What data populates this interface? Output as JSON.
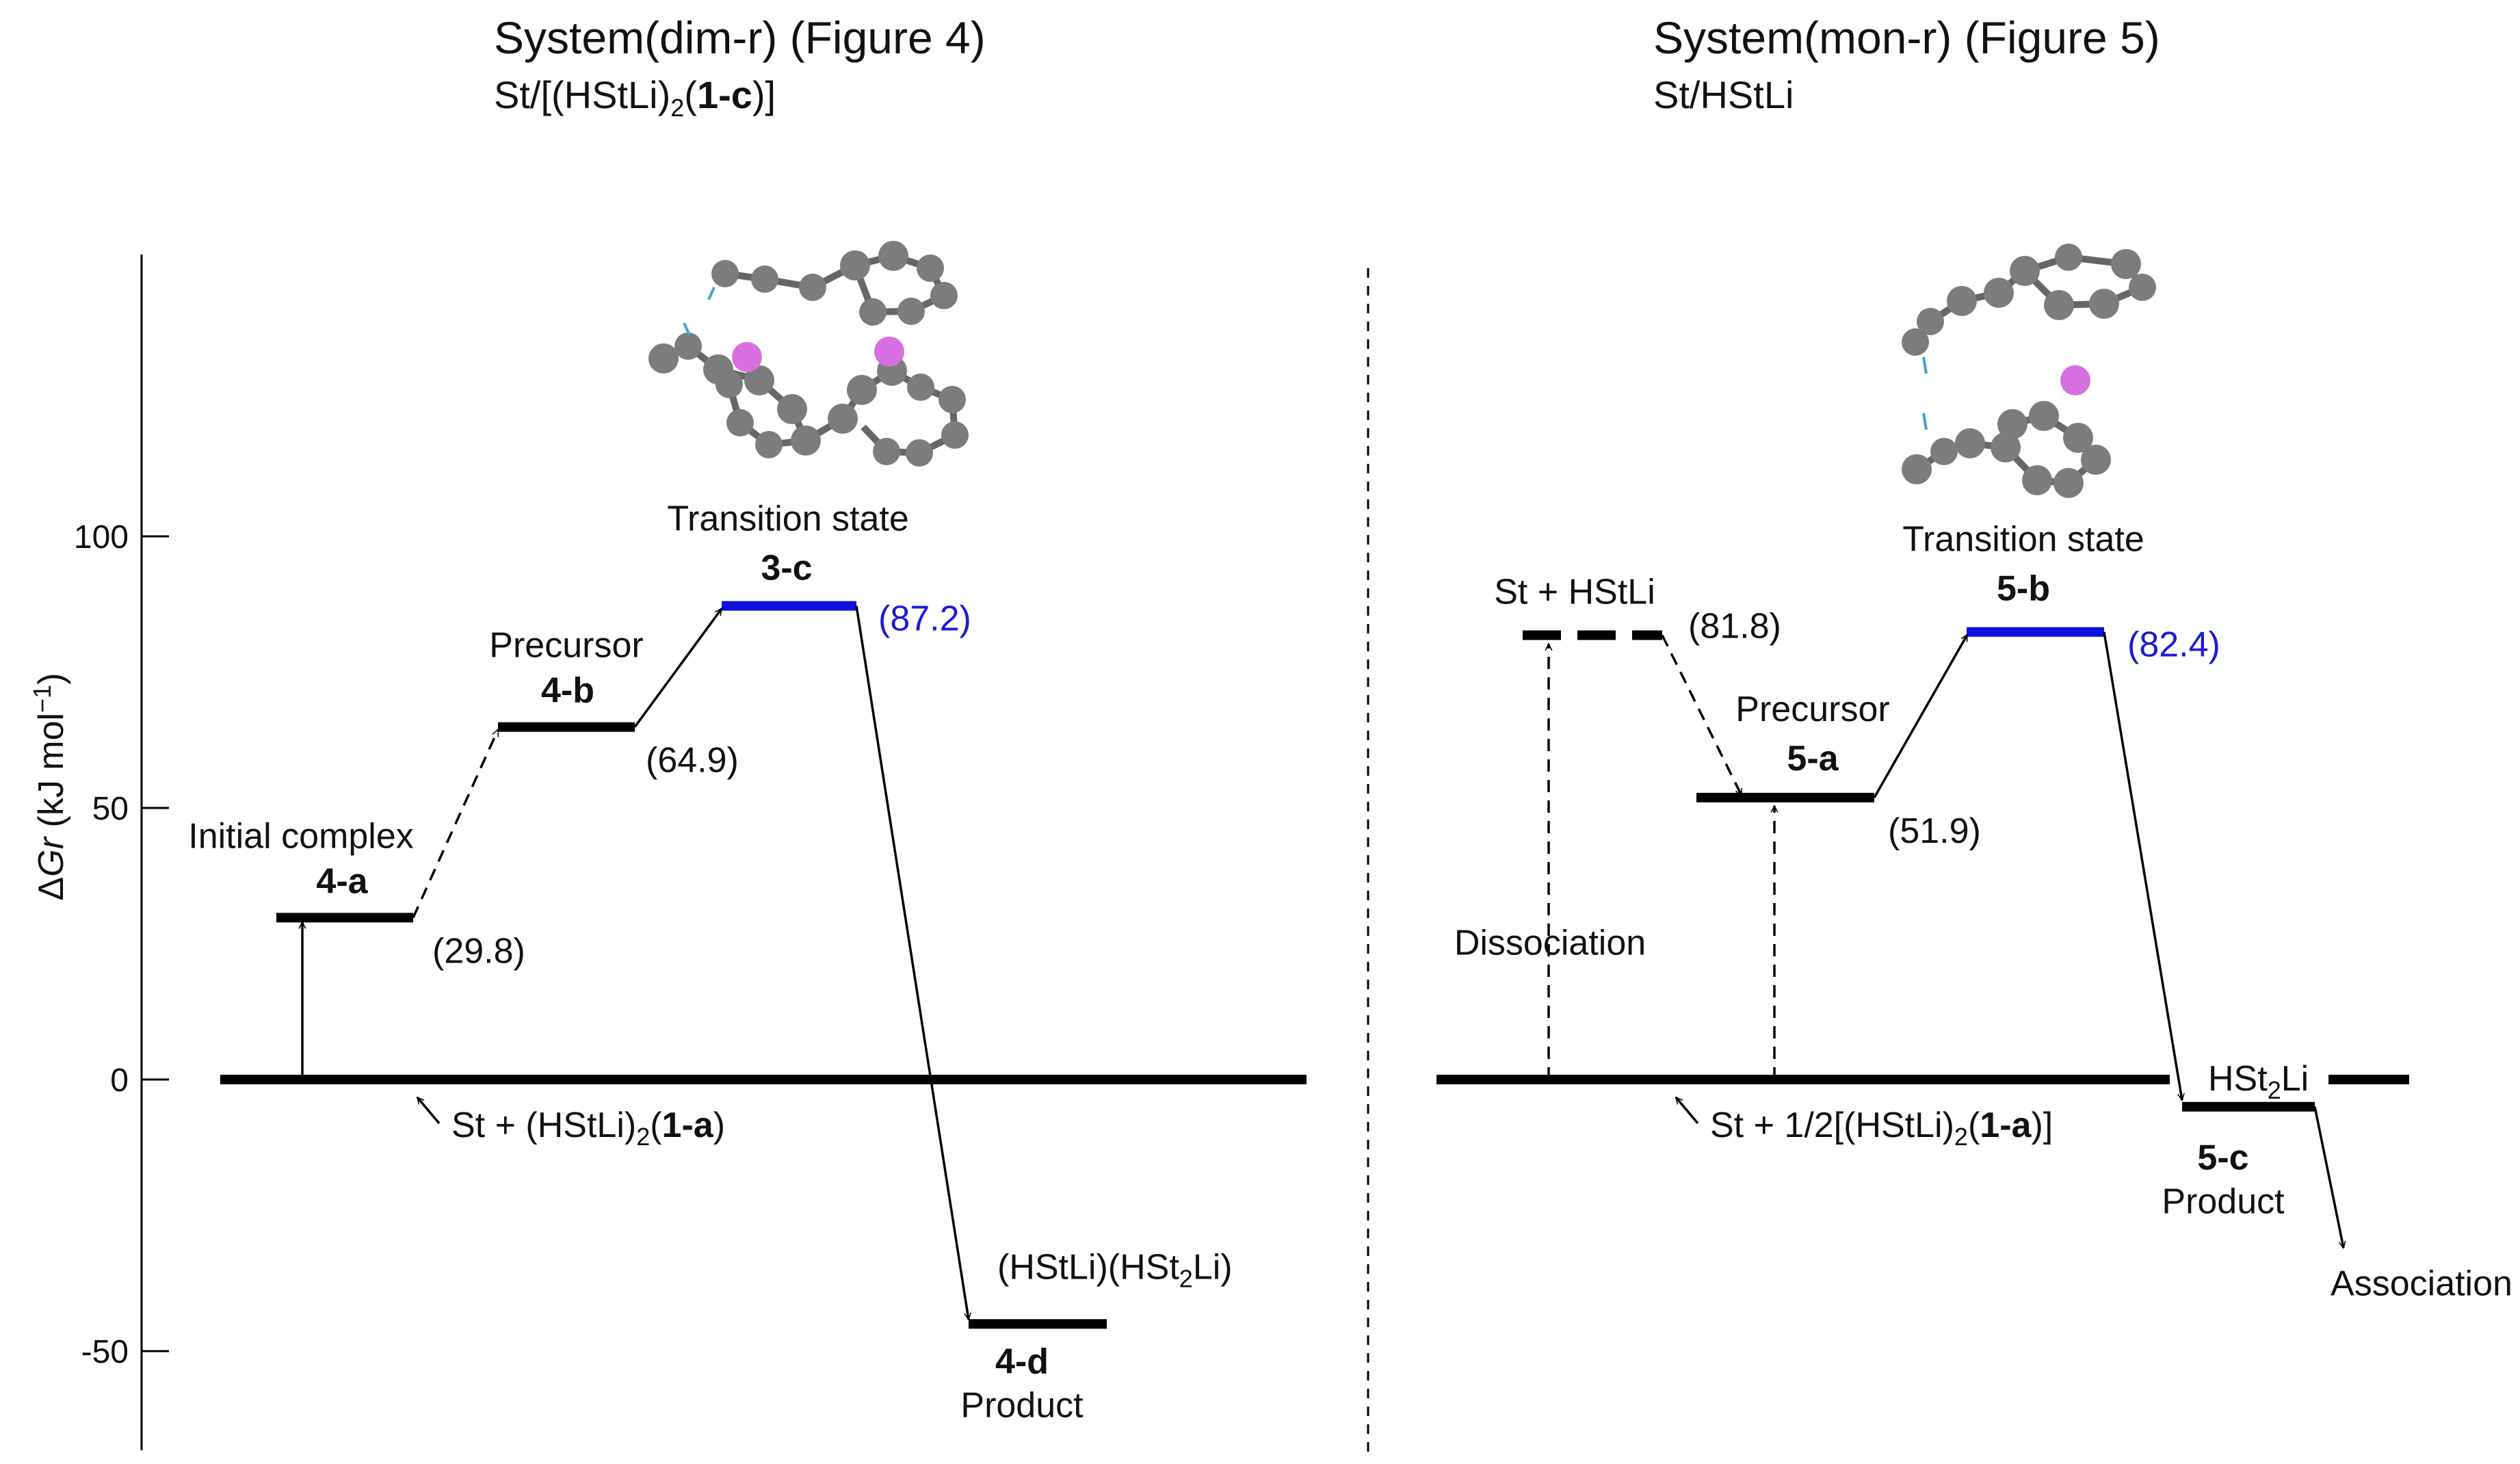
{
  "header": {
    "left_title": "System(dim-r) (Figure 4)",
    "left_sub": {
      "a": "St/[(HStLi)",
      "sub": "2",
      "b": "(",
      "bold": "1-c",
      "c": ")]"
    },
    "right_title": "System(mon-r) (Figure 5)",
    "right_sub": "St/HStLi"
  },
  "axis": {
    "ylabel": {
      "delta": "Δ",
      "g": "Gr",
      "rest": " (kJ mol",
      "sup": "−1",
      "close": ")"
    },
    "ticks": [
      {
        "value": 100,
        "label": "100"
      },
      {
        "value": 50,
        "label": "50"
      },
      {
        "value": 0,
        "label": "0"
      },
      {
        "value": -50,
        "label": "-50"
      }
    ]
  },
  "colors": {
    "black": "#000000",
    "transition_state": "#1010e0",
    "ts_value": "#1a1ad6"
  },
  "left": {
    "baseline": {
      "value": 0,
      "label": {
        "a": "St + (HStLi)",
        "sub": "2",
        "b": "(",
        "bold": "1-a",
        "c": ")"
      }
    },
    "initial": {
      "title": "Initial complex",
      "id": "4-a",
      "value": 29.8,
      "value_label": "(29.8)"
    },
    "precursor": {
      "title": "Precursor",
      "id": "4-b",
      "value": 64.9,
      "value_label": "(64.9)"
    },
    "ts": {
      "title": "Transition state",
      "id": "3-c",
      "value": 87.2,
      "value_label": "(87.2)"
    },
    "product": {
      "formula": {
        "a": "(HStLi)(HSt",
        "sub": "2",
        "b": "Li)"
      },
      "id": "4-d",
      "title": "Product",
      "value": -45,
      "value_label": ""
    }
  },
  "right": {
    "baseline": {
      "value": 0,
      "label": {
        "a": "St + 1/2[(HStLi)",
        "sub": "2",
        "b": "(",
        "bold": "1-a",
        "c": ")]"
      }
    },
    "dissociated": {
      "title": "St + HStLi",
      "value": 81.8,
      "value_label": "(81.8)",
      "arrow_label": "Dissociation"
    },
    "precursor": {
      "title": "Precursor",
      "id": "5-a",
      "value": 51.9,
      "value_label": "(51.9)"
    },
    "ts": {
      "title": "Transition state",
      "id": "5-b",
      "value": 82.4,
      "value_label": "(82.4)"
    },
    "product": {
      "formula": {
        "a": "HSt",
        "sub": "2",
        "b": "Li"
      },
      "id": "5-c",
      "title": "Product",
      "value": -5,
      "value_label": "",
      "arrow_label": "Association"
    }
  }
}
